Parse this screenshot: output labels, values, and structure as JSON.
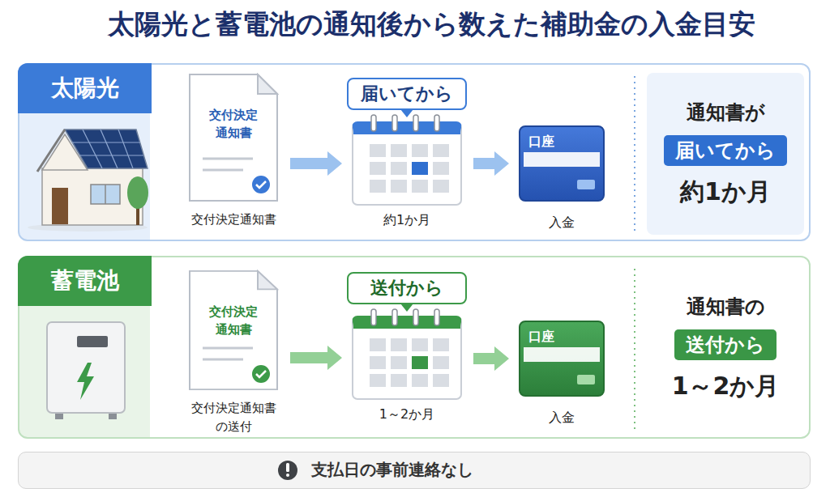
{
  "diagram": {
    "title": "太陽光と蓄電池の通知後から数えた補助金の入金目安",
    "nodes": [
      {
        "text": [
          "太陽光"
        ]
      },
      {
        "text": [
          "交付決定 通知書",
          "交付決定通知書"
        ],
        "in": 0
      },
      {
        "text": [
          "届いてから",
          "約1か月"
        ],
        "in": 0
      },
      {
        "text": [
          "口座",
          "入金"
        ],
        "in": 0
      },
      {
        "text": [
          "通知書が",
          "届いてから",
          "約1か月"
        ],
        "in": 0
      },
      {
        "text": [
          "蓄電池"
        ]
      },
      {
        "text": [
          "交付決定 通知書",
          "交付決定通知書 の送付"
        ],
        "in": 5
      },
      {
        "text": [
          "送付から",
          "1～2か月"
        ],
        "in": 5
      },
      {
        "text": [
          "口座",
          "入金"
        ],
        "in": 5
      },
      {
        "text": [
          "通知書の",
          "送付から",
          "1～2か月"
        ],
        "in": 5
      },
      {
        "text": [
          "支払日の事前連絡なし"
        ]
      }
    ],
    "edges": [
      {
        "from": 1,
        "to": 2,
        "arrow": "to"
      },
      {
        "from": 2,
        "to": 3,
        "arrow": "to"
      },
      {
        "from": 6,
        "to": 7,
        "arrow": "to"
      },
      {
        "from": 7,
        "to": 8,
        "arrow": "to"
      }
    ]
  }
}
